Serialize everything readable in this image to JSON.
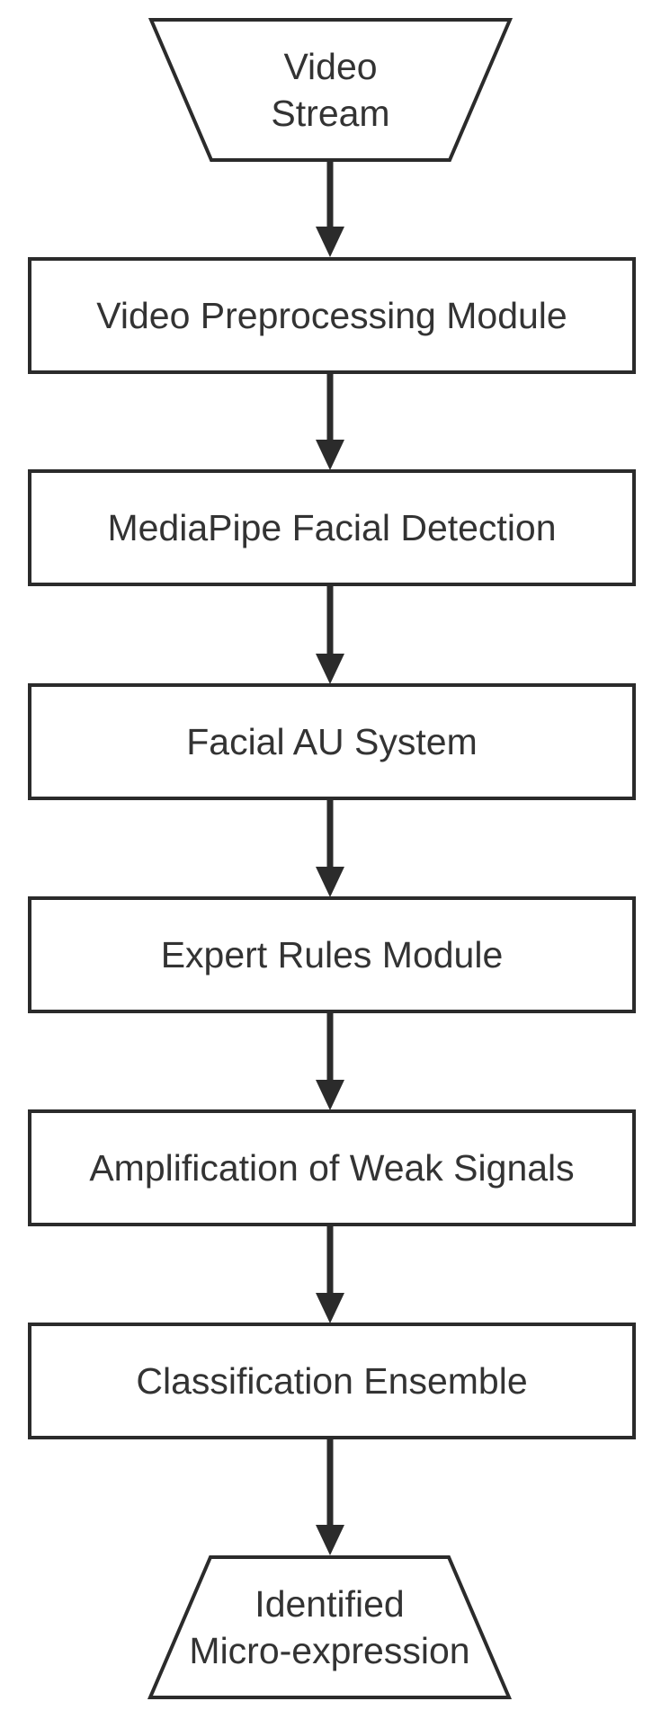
{
  "flowchart": {
    "start": {
      "line1": "Video",
      "line2": "Stream"
    },
    "steps": [
      "Video Preprocessing Module",
      "MediaPipe Facial Detection",
      "Facial AU System",
      "Expert Rules Module",
      "Amplification of Weak Signals",
      "Classification Ensemble"
    ],
    "end": {
      "line1": "Identified",
      "line2": "Micro-expression"
    }
  },
  "colors": {
    "stroke": "#2b2b2b",
    "text": "#333333",
    "background": "#ffffff"
  },
  "icons": {
    "connector": "down-arrow-icon"
  }
}
